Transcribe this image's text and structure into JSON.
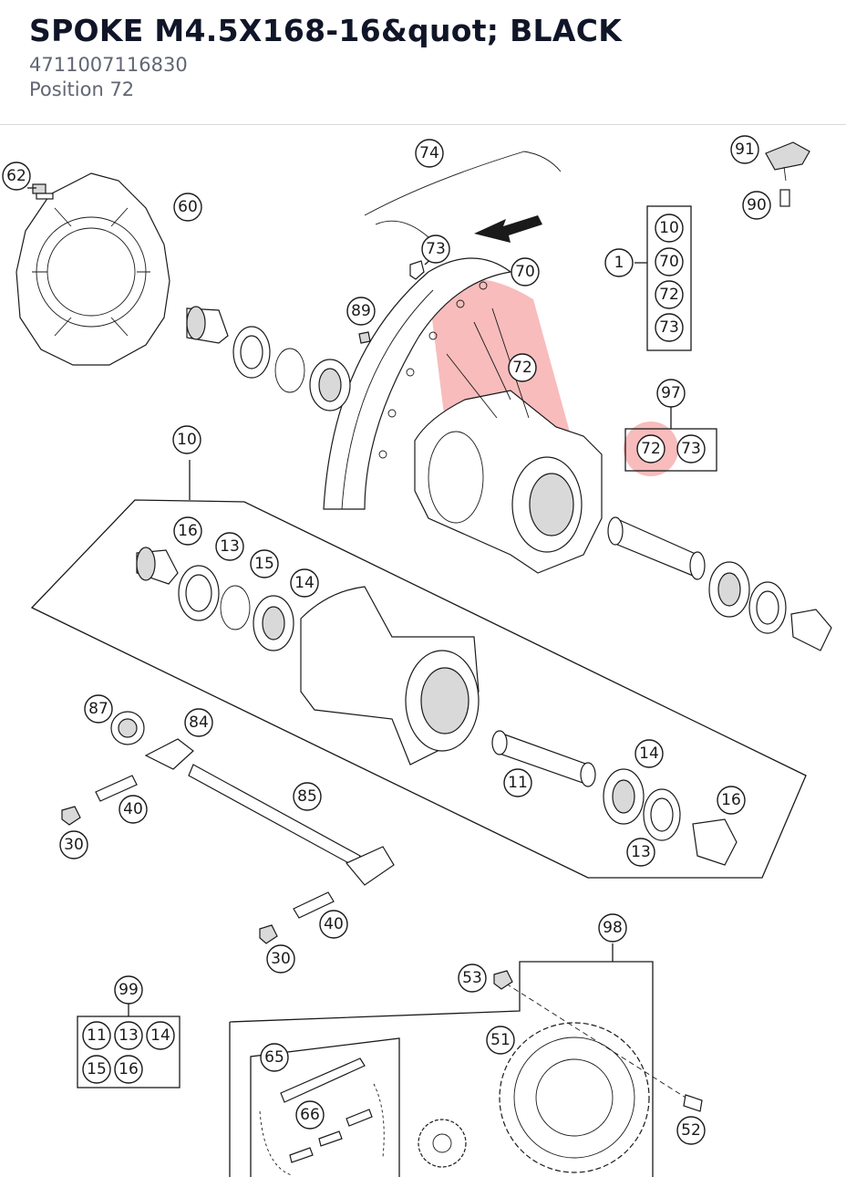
{
  "header": {
    "title": "SPOKE M4.5X168-16&quot; BLACK",
    "sku": "4711007116830",
    "position": "Position 72"
  },
  "colors": {
    "title": "#101528",
    "subtitle": "#626674",
    "highlight": "#f06b6b"
  },
  "diagram": {
    "callouts": {
      "c62": "62",
      "c60": "60",
      "c74": "74",
      "c73a": "73",
      "c70": "70",
      "c89": "89",
      "c72main": "72",
      "c91": "91",
      "c90": "90",
      "c1": "1",
      "c10box": "10",
      "c70box": "70",
      "c72box": "72",
      "c73box": "73",
      "c97": "97",
      "c72k": "72",
      "c73k": "73",
      "c10": "10",
      "c16a": "16",
      "c13a": "13",
      "c15": "15",
      "c14a": "14",
      "c87": "87",
      "c84": "84",
      "c40a": "40",
      "c30a": "30",
      "c85": "85",
      "c11": "11",
      "c14b": "14",
      "c16b": "16",
      "c13b": "13",
      "c40b": "40",
      "c30b": "30",
      "c98": "98",
      "c53": "53",
      "c51": "51",
      "c52": "52",
      "c99": "99",
      "c11s": "11",
      "c13s": "13",
      "c14s": "14",
      "c15s": "15",
      "c16s": "16",
      "c65": "65",
      "c66": "66"
    }
  }
}
